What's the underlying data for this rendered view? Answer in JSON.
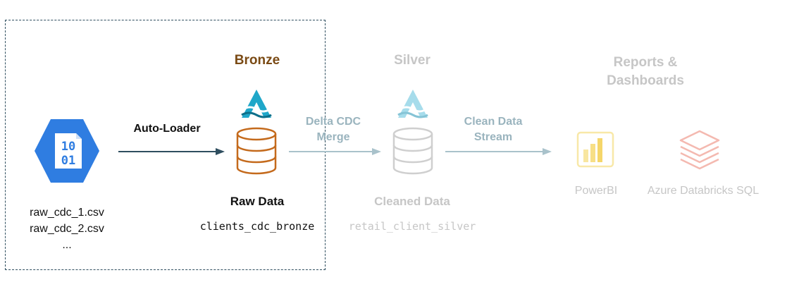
{
  "source": {
    "files": [
      "raw_cdc_1.csv",
      "raw_cdc_2.csv",
      "..."
    ]
  },
  "arrows": {
    "autoloader": "Auto-Loader",
    "delta_cdc_merge": [
      "Delta CDC",
      "Merge"
    ],
    "clean_data_stream": [
      "Clean Data",
      "Stream"
    ]
  },
  "bronze": {
    "title": "Bronze",
    "label": "Raw Data",
    "table": "clients_cdc_bronze"
  },
  "silver": {
    "title": "Silver",
    "label": "Cleaned Data",
    "table": "retail_client_silver"
  },
  "reports": {
    "title": [
      "Reports &",
      "Dashboards"
    ],
    "tools": [
      "PowerBI",
      "Azure Databricks SQL"
    ]
  },
  "colors": {
    "bronze_accent": "#7a4a14",
    "cylinder_bronze": "#c46a1c",
    "delta_teal": "#1fa7c9",
    "file_icon_blue": "#2f7de1",
    "arrow_dark": "#2f4e5f",
    "faded_text": "#c6c6c6"
  },
  "icons": {
    "source": "cloud-storage-binary-icon",
    "delta": "delta-live-tables-icon",
    "database": "database-cylinder-icon",
    "powerbi": "powerbi-icon",
    "databricks": "databricks-sql-icon"
  }
}
